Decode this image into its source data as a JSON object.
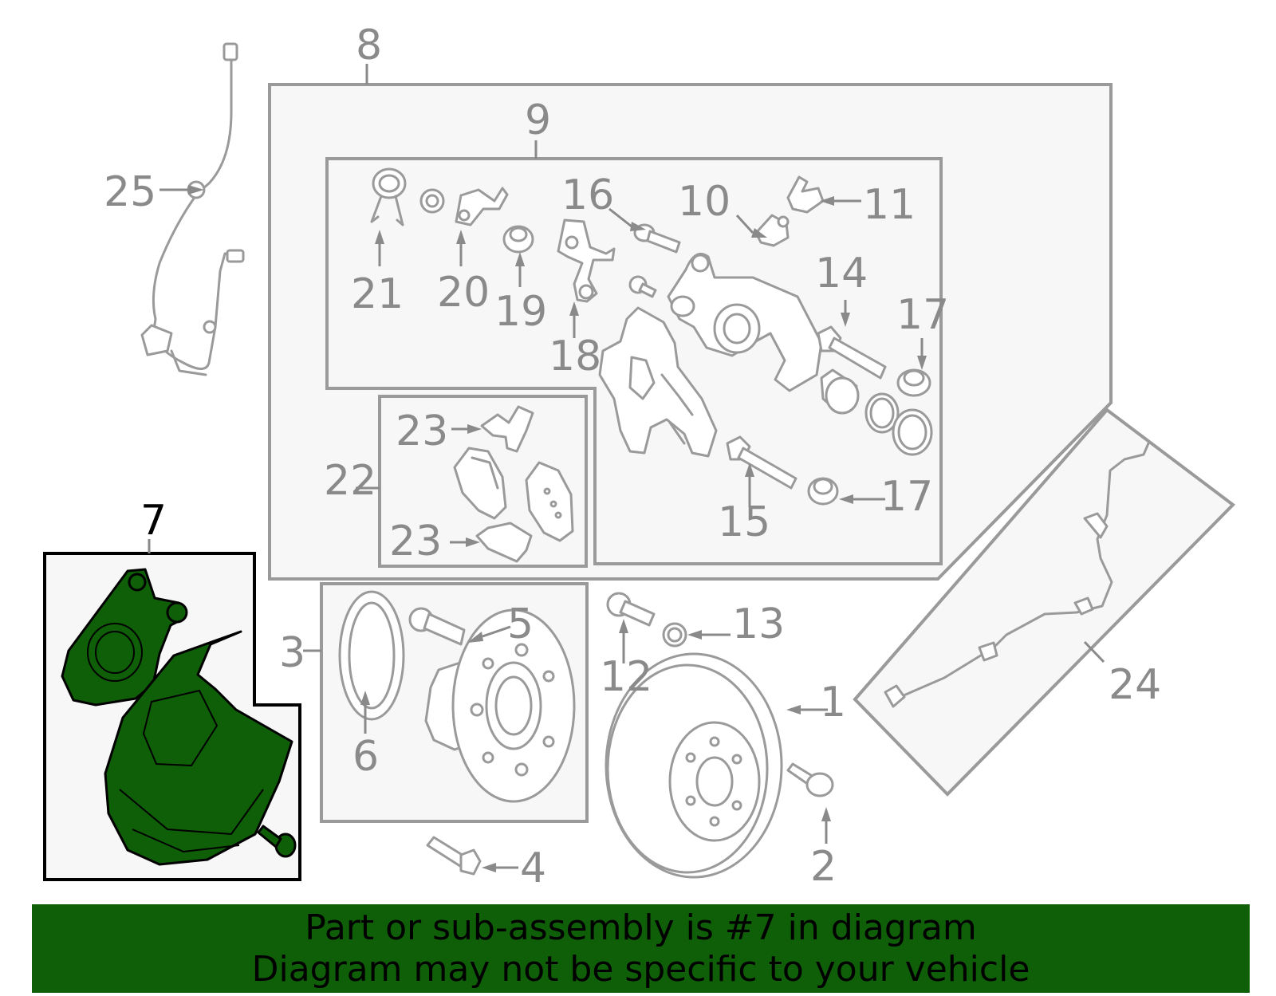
{
  "banner": {
    "line1": "Part or sub-assembly is #7 in diagram",
    "line2": "Diagram may not be specific to your vehicle",
    "color": "#0f5e08"
  },
  "diagram": {
    "highlight_color": "#0f5e08",
    "highlighted_part": "7",
    "callouts": {
      "c1": "1",
      "c2": "2",
      "c3": "3",
      "c4": "4",
      "c5": "5",
      "c6": "6",
      "c7": "7",
      "c8": "8",
      "c9": "9",
      "c10": "10",
      "c11": "11",
      "c12": "12",
      "c13": "13",
      "c14": "14",
      "c15": "15",
      "c16": "16",
      "c17a": "17",
      "c17b": "17",
      "c18": "18",
      "c19": "19",
      "c20": "20",
      "c21": "21",
      "c22": "22",
      "c23a": "23",
      "c23b": "23",
      "c24": "24",
      "c25": "25"
    }
  }
}
